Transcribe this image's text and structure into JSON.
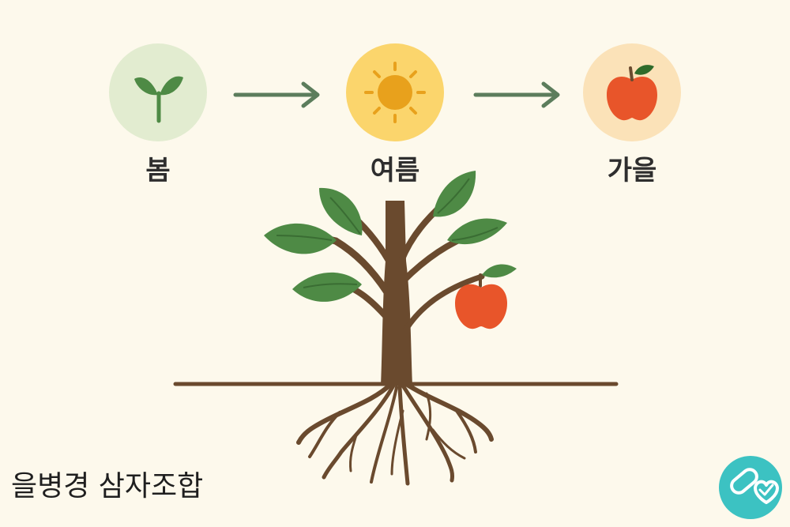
{
  "seasons": [
    {
      "label": "봄",
      "icon": "sprout-icon",
      "circle_color": "#e2ecd0"
    },
    {
      "label": "여름",
      "icon": "sun-icon",
      "circle_color": "#fbd56c"
    },
    {
      "label": "가을",
      "icon": "apple-icon",
      "circle_color": "#fbe2b8"
    }
  ],
  "caption": "을병경 삼자조합",
  "colors": {
    "background": "#fdf9ec",
    "leaf": "#4e8a45",
    "trunk": "#6a4a2e",
    "apple": "#e8552a",
    "arrow": "#5c7d5c",
    "badge": "#3cc2c2"
  },
  "illustration": {
    "tree": "tree-with-roots-illustration",
    "badge": "capsule-heart-badge-icon"
  }
}
